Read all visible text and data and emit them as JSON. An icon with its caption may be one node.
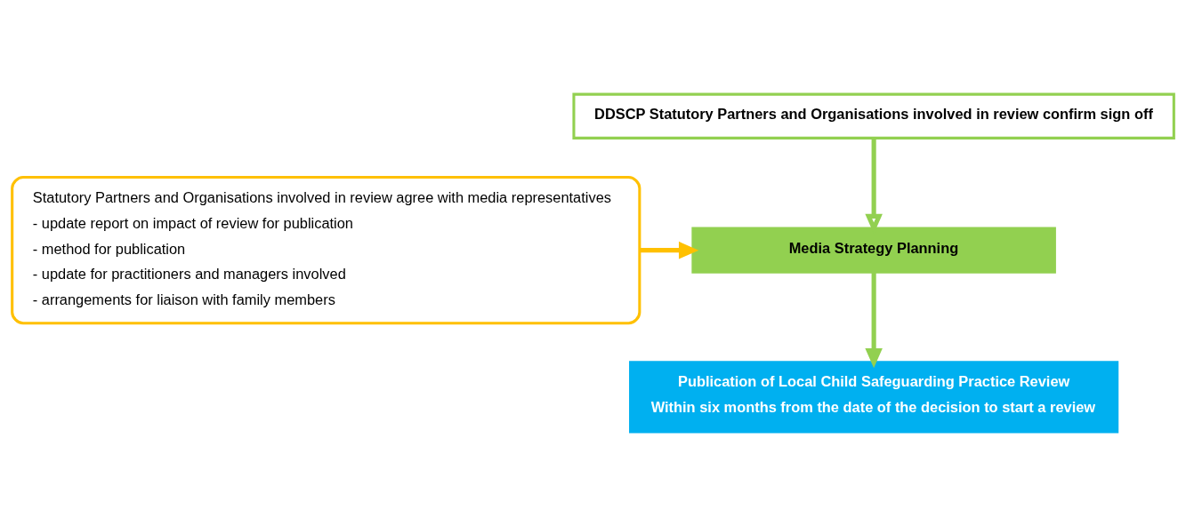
{
  "diagram": {
    "nodes": [
      {
        "text": [
          "DDSCP Statutory Partners and Organisations involved in review confirm sign off"
        ]
      },
      {
        "text": [
          "Media Strategy Planning"
        ]
      },
      {
        "text": [
          "Publication of Local Child Safeguarding Practice Review",
          "Within six months from the date of the decision to start a review"
        ]
      },
      {
        "text": [
          "Statutory Partners and Organisations involved in review agree with media representatives",
          "- update report on impact of review for publication",
          "- method for publication",
          "- update for practitioners and managers involved",
          "- arrangements for liaison with family members"
        ]
      }
    ],
    "edges": [
      {
        "from": 0,
        "to": 1,
        "arrow": "to",
        "color": "#92d050"
      },
      {
        "from": 1,
        "to": 2,
        "arrow": "to",
        "color": "#92d050"
      },
      {
        "from": 3,
        "to": 1,
        "arrow": "to",
        "color": "#ffc000"
      }
    ]
  }
}
